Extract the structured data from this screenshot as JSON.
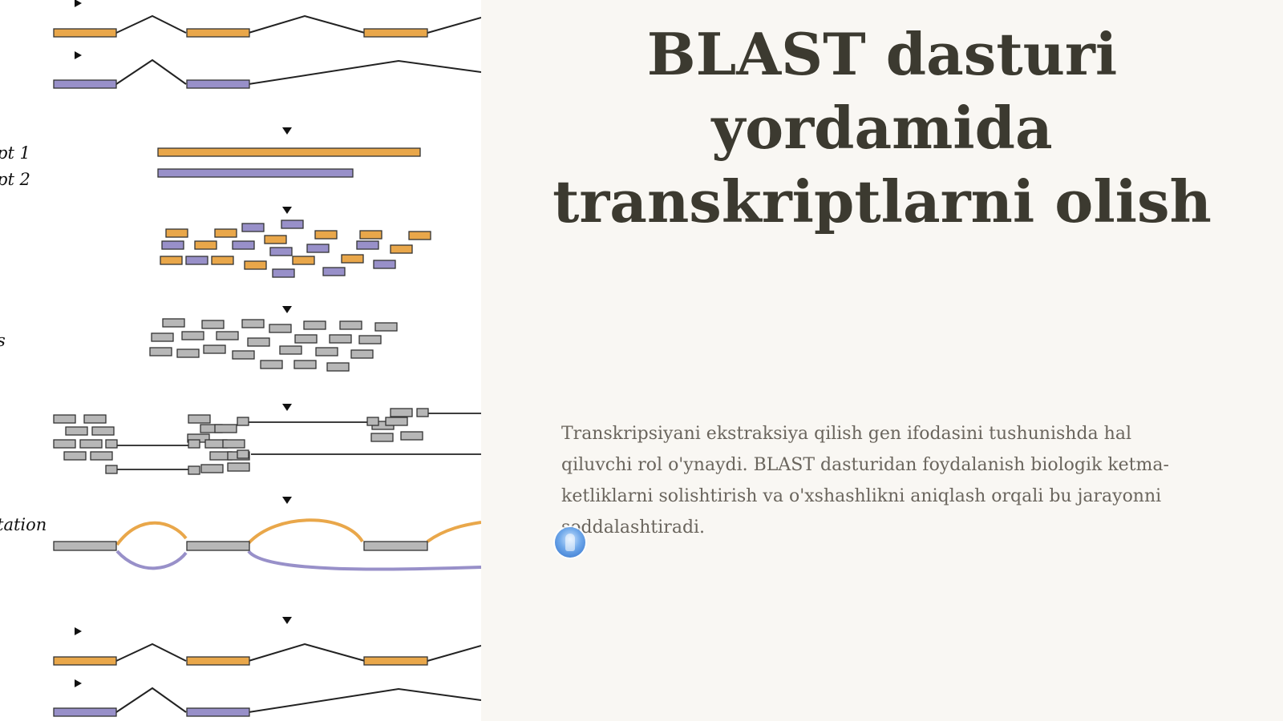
{
  "diagram": {
    "labels": {
      "transcript_1": "pt 1",
      "transcript_2": "pt 2",
      "reads": "s",
      "annotation": "tation"
    },
    "colors": {
      "transcript_1": "#e9a74a",
      "transcript_2": "#9890c9",
      "read": "#b7b7b7",
      "line": "#222222"
    }
  },
  "slide": {
    "title": "BLAST dasturi yordamida transkriptlarni olish",
    "body": "Transkripsiyani ekstraksiya qilish gen ifodasini tushunishda hal qiluvchi rol o'ynaydi. BLAST dasturidan foydalanish biologik ketma-ketliklarni solishtirish va o'xshashlikni aniqlash orqali bu jarayonni soddalashtiradi."
  }
}
